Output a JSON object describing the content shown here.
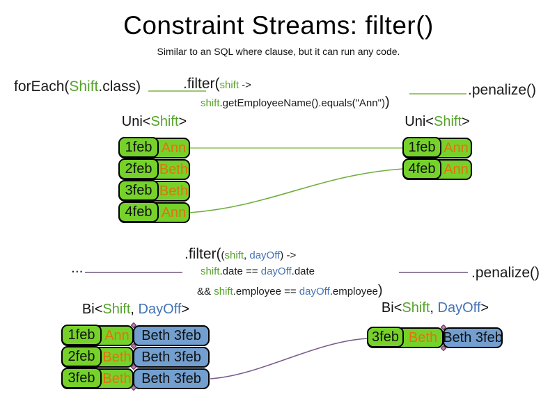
{
  "title": "Constraint Streams: filter()",
  "subtitle": "Similar to an SQL where clause, but it can run any code.",
  "colors": {
    "cell_green": "#76d22a",
    "cell_blue": "#729fcf",
    "employee_orange": "#e1730d",
    "code_green": "#55a32a",
    "code_blue": "#4573b4",
    "line_green": "#7db344",
    "line_purple": "#6e5680"
  },
  "flow1": {
    "source": {
      "pre": "forEach(",
      "type": "Shift",
      "post": ".class)"
    },
    "filter": {
      "head": ".filter(",
      "param": "shift",
      "arrow": " ->",
      "body_param": "shift",
      "body_rest": ".getEmployeeName().equals(\"Ann\")",
      "close": ")"
    },
    "sink": ".penalize()"
  },
  "flow2": {
    "source": "...",
    "filter": {
      "head": ".filter(",
      "open": "(",
      "param1": "shift",
      "comma": ", ",
      "param2": "dayOff",
      "close_paren": ")",
      "arrow": " ->",
      "line2": {
        "p1": "shift",
        "t1": ".date == ",
        "p2": "dayOff",
        "t2": ".date"
      },
      "line3": {
        "t0": "&& ",
        "p1": "shift",
        "t1": ".employee == ",
        "p2": "dayOff",
        "t2": ".employee"
      },
      "close": ")"
    },
    "sink": ".penalize()"
  },
  "labels": {
    "uni": {
      "pre": "Uni<",
      "type": "Shift",
      "post": ">"
    },
    "bi": {
      "pre": "Bi<",
      "t1": "Shift",
      "comma": ", ",
      "t2": "DayOff",
      "post": ">"
    }
  },
  "tables": {
    "uni_left": [
      {
        "date": "1feb",
        "name": "Ann"
      },
      {
        "date": "2feb",
        "name": "Beth"
      },
      {
        "date": "3feb",
        "name": "Beth"
      },
      {
        "date": "4feb",
        "name": "Ann"
      }
    ],
    "uni_right": [
      {
        "date": "1feb",
        "name": "Ann"
      },
      {
        "date": "4feb",
        "name": "Ann"
      }
    ],
    "bi_left": [
      {
        "date": "1feb",
        "name": "Ann",
        "dayoff": "Beth 3feb"
      },
      {
        "date": "2feb",
        "name": "Beth",
        "dayoff": "Beth 3feb"
      },
      {
        "date": "3feb",
        "name": "Beth",
        "dayoff": "Beth 3feb"
      }
    ],
    "bi_right": [
      {
        "date": "3feb",
        "name": "Beth",
        "dayoff": "Beth 3feb"
      }
    ]
  }
}
